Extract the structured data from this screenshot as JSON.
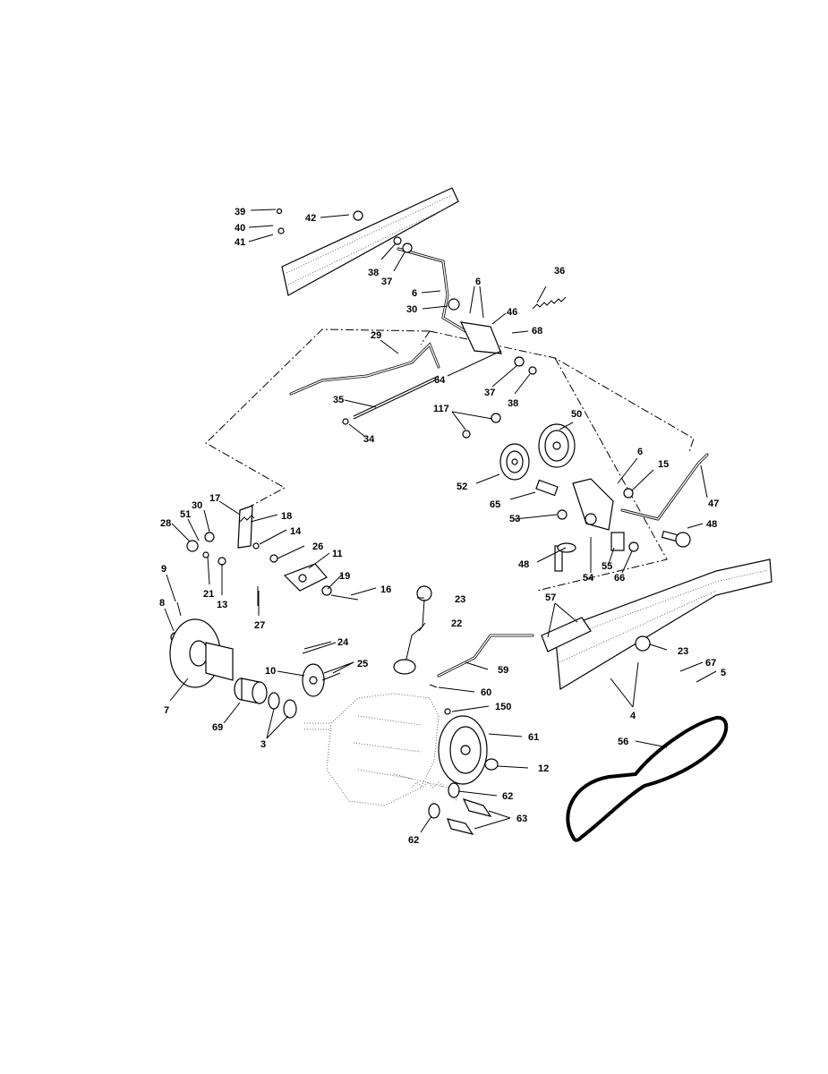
{
  "callouts": [
    "39",
    "40",
    "41",
    "42",
    "38",
    "37",
    "6",
    "30",
    "6",
    "46",
    "36",
    "68",
    "29",
    "64",
    "37",
    "38",
    "35",
    "34",
    "117",
    "50",
    "6",
    "15",
    "47",
    "52",
    "65",
    "53",
    "48",
    "48",
    "54",
    "55",
    "66",
    "17",
    "30",
    "18",
    "28",
    "51",
    "14",
    "26",
    "11",
    "21",
    "13",
    "19",
    "16",
    "27",
    "9",
    "8",
    "7",
    "23",
    "22",
    "24",
    "25",
    "10",
    "69",
    "3",
    "59",
    "60",
    "150",
    "61",
    "12",
    "62",
    "63",
    "62",
    "57",
    "23",
    "67",
    "5",
    "4",
    "56"
  ]
}
